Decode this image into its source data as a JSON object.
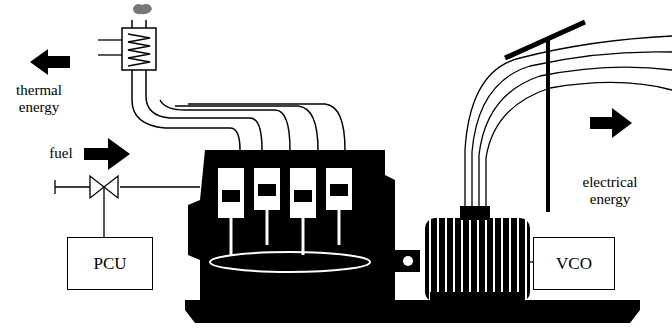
{
  "diagram": {
    "nodes": [
      {
        "text": [
          "PCU"
        ]
      },
      {
        "text": [
          "VCO"
        ]
      }
    ],
    "labels": [
      "thermal energy",
      "fuel",
      "electrical energy"
    ]
  }
}
